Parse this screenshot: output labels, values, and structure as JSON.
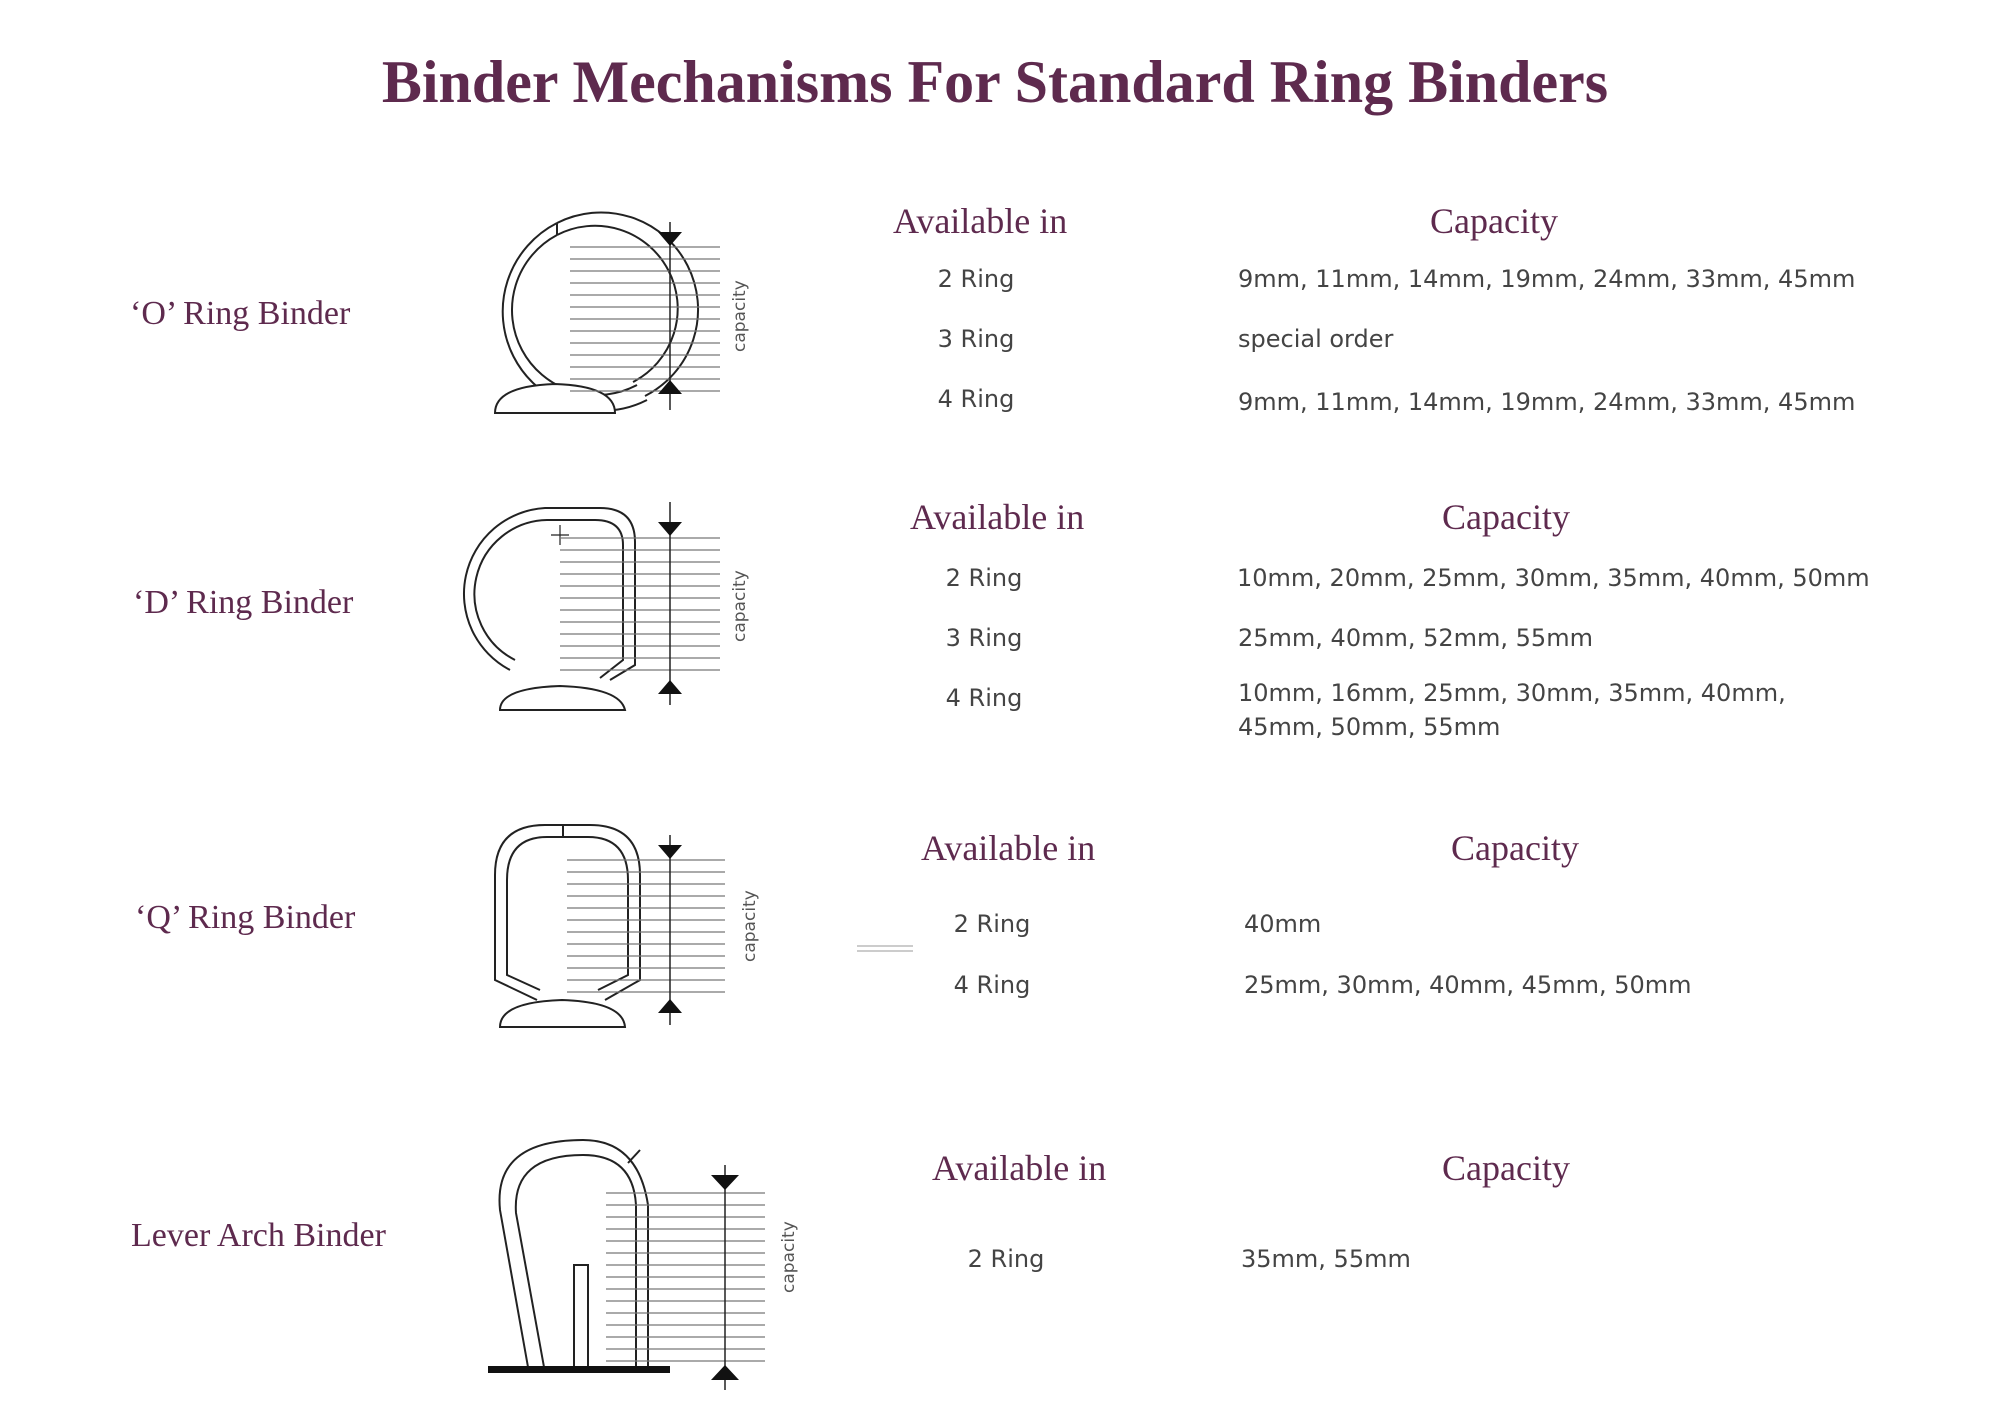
{
  "title": "Binder Mechanisms For Standard Ring Binders",
  "diagram_label": "capacity",
  "binders": [
    {
      "name": "‘O’ Ring Binder",
      "available_heading": "Available in",
      "capacity_heading": "Capacity",
      "rows": [
        {
          "ring": "2 Ring",
          "capacity": "9mm, 11mm, 14mm, 19mm, 24mm, 33mm, 45mm"
        },
        {
          "ring": "3 Ring",
          "capacity": "special order"
        },
        {
          "ring": "4 Ring",
          "capacity": "9mm, 11mm, 14mm, 19mm, 24mm, 33mm, 45mm"
        }
      ]
    },
    {
      "name": "‘D’ Ring Binder",
      "available_heading": "Available in",
      "capacity_heading": "Capacity",
      "rows": [
        {
          "ring": "2 Ring",
          "capacity": "10mm, 20mm, 25mm, 30mm, 35mm, 40mm, 50mm"
        },
        {
          "ring": "3 Ring",
          "capacity": "25mm, 40mm, 52mm, 55mm"
        },
        {
          "ring": "4 Ring",
          "capacity": "10mm, 16mm, 25mm, 30mm, 35mm, 40mm, 45mm, 50mm, 55mm"
        }
      ]
    },
    {
      "name": "‘Q’ Ring Binder",
      "available_heading": "Available in",
      "capacity_heading": "Capacity",
      "rows": [
        {
          "ring": "2 Ring",
          "capacity": "40mm"
        },
        {
          "ring": "4 Ring",
          "capacity": "25mm, 30mm, 40mm, 45mm, 50mm"
        }
      ]
    },
    {
      "name": "Lever Arch Binder",
      "available_heading": "Available in",
      "capacity_heading": "Capacity",
      "rows": [
        {
          "ring": "2 Ring",
          "capacity": "35mm, 55mm"
        }
      ]
    }
  ]
}
